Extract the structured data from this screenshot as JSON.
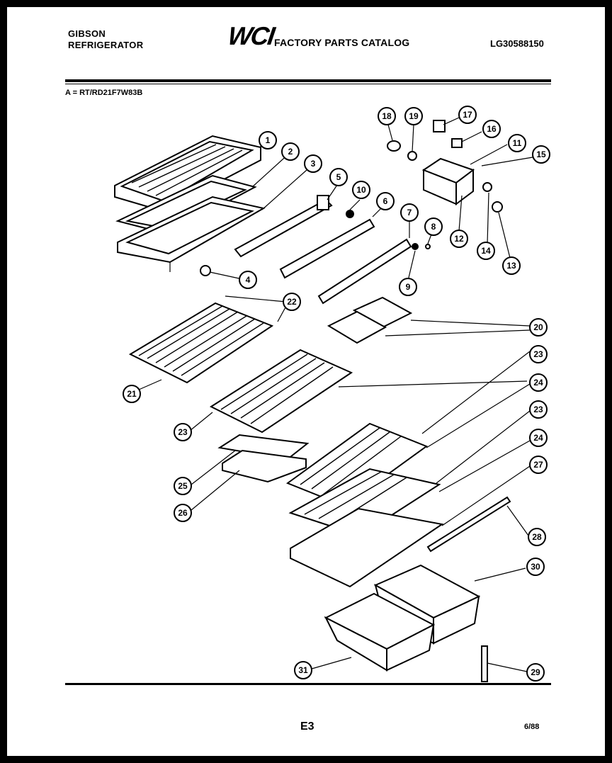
{
  "header": {
    "brand_line1": "GIBSON",
    "brand_line2": "REFRIGERATOR",
    "logo": "WCI",
    "catalog_title": "FACTORY PARTS CATALOG",
    "model_number": "LG30588150"
  },
  "assembly_label": "A = RT/RD21F7W83B",
  "footer": {
    "page_code": "E3",
    "date_code": "6/88"
  },
  "callouts": [
    "1",
    "2",
    "3",
    "4",
    "5",
    "6",
    "7",
    "8",
    "9",
    "10",
    "11",
    "12",
    "13",
    "14",
    "15",
    "16",
    "17",
    "18",
    "19",
    "20",
    "21",
    "22",
    "23",
    "24",
    "23",
    "24",
    "25",
    "26",
    "27",
    "28",
    "29",
    "30",
    "31"
  ]
}
